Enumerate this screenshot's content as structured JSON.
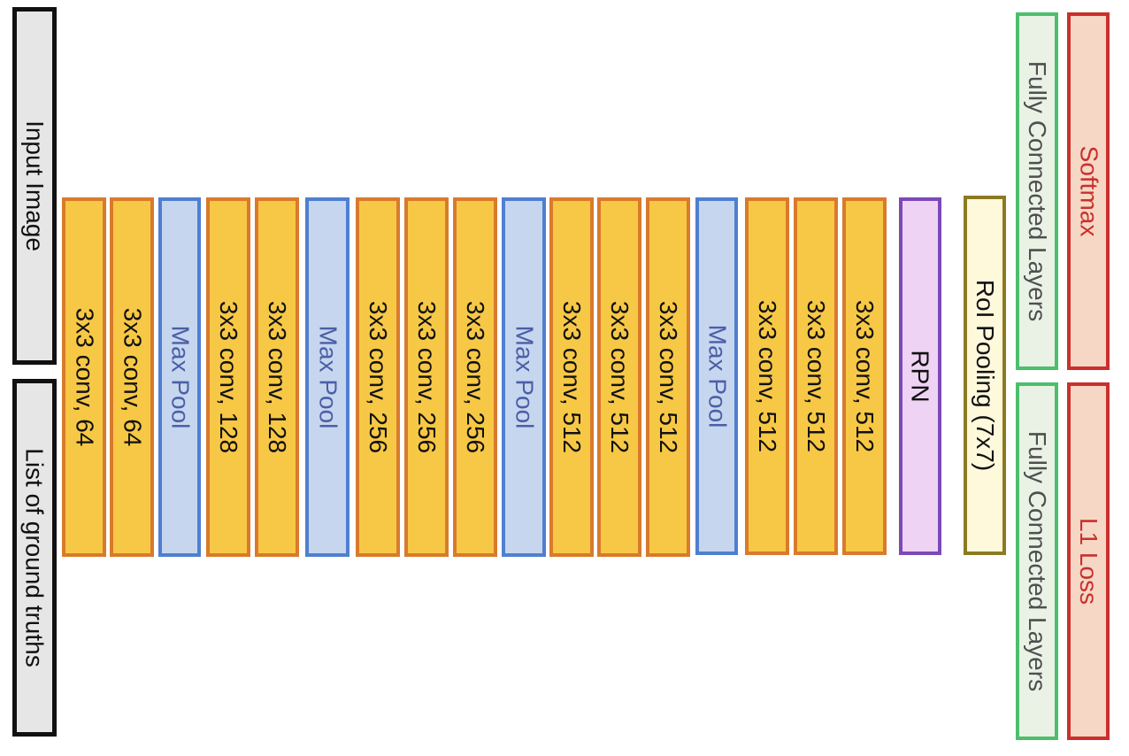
{
  "diagram": {
    "inputs": {
      "input_image": "Input Image",
      "ground_truths": "List of ground truths"
    },
    "layers": [
      {
        "kind": "conv",
        "label": "3x3 conv, 64"
      },
      {
        "kind": "conv",
        "label": "3x3 conv, 64"
      },
      {
        "kind": "pool",
        "label": "Max Pool"
      },
      {
        "kind": "conv",
        "label": "3x3 conv, 128"
      },
      {
        "kind": "conv",
        "label": "3x3 conv, 128"
      },
      {
        "kind": "pool",
        "label": "Max Pool"
      },
      {
        "kind": "conv",
        "label": "3x3 conv, 256"
      },
      {
        "kind": "conv",
        "label": "3x3 conv, 256"
      },
      {
        "kind": "conv",
        "label": "3x3 conv, 256"
      },
      {
        "kind": "pool",
        "label": "Max Pool"
      },
      {
        "kind": "conv",
        "label": "3x3 conv, 512"
      },
      {
        "kind": "conv",
        "label": "3x3 conv, 512"
      },
      {
        "kind": "conv",
        "label": "3x3 conv, 512"
      },
      {
        "kind": "pool",
        "label": "Max Pool"
      },
      {
        "kind": "conv",
        "label": "3x3 conv, 512"
      },
      {
        "kind": "conv",
        "label": "3x3 conv, 512"
      },
      {
        "kind": "conv",
        "label": "3x3 conv, 512"
      }
    ],
    "rpn": "RPN",
    "roi_pooling": "RoI Pooling (7x7)",
    "heads": {
      "fc_top": "Fully Connected Layers",
      "fc_bottom": "Fully Connected Layers",
      "softmax": "Softmax",
      "l1_loss": "L1 Loss"
    },
    "colors": {
      "conv_fill": "#f7c845",
      "conv_border": "#d97a2c",
      "pool_fill": "#c7d6ef",
      "pool_border": "#4f7fd0",
      "rpn_fill": "#efd3f4",
      "rpn_border": "#7b49b8",
      "roi_fill": "#fff9dc",
      "roi_border": "#8c7a22",
      "fc_fill": "#eaf2e6",
      "fc_border": "#4cbf6b",
      "loss_fill": "#f6d7c6",
      "loss_border": "#c9302c",
      "io_fill": "#e6e6e6",
      "io_border": "#111111"
    }
  }
}
